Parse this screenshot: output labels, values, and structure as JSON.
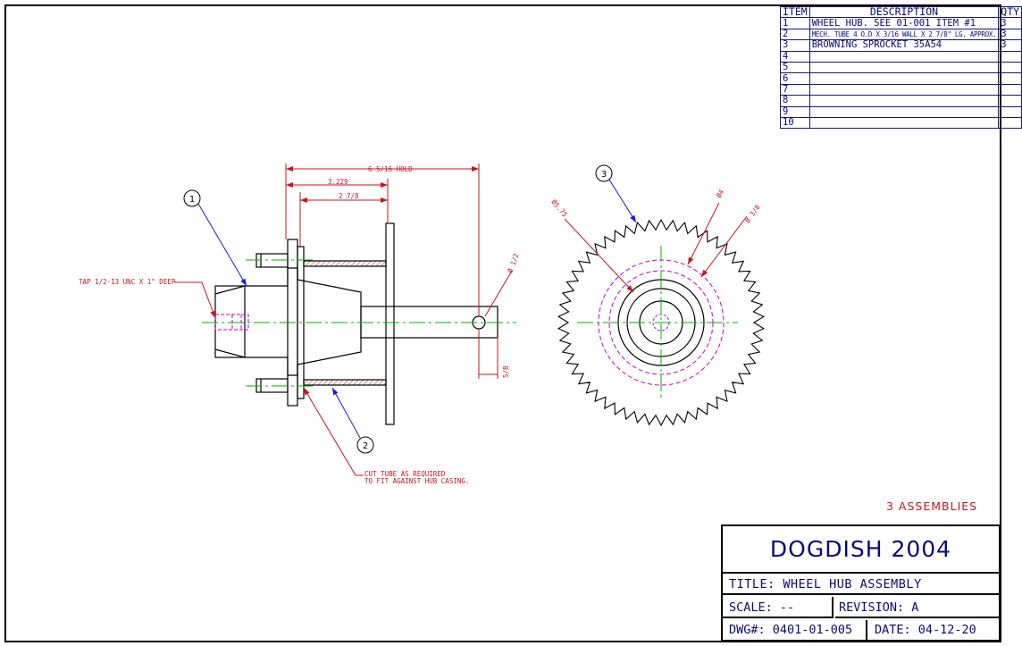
{
  "bom": {
    "headers": {
      "item": "ITEM",
      "description": "DESCRIPTION",
      "qty": "QTY"
    },
    "rows": [
      {
        "item": "1",
        "description": "WHEEL HUB. SEE 01-001 ITEM #1",
        "qty": "3"
      },
      {
        "item": "2",
        "description": "MECH. TUBE 4 O.D X 3/16 WALL X 2 7/8\" LG. APPROX.",
        "qty": "3"
      },
      {
        "item": "3",
        "description": "BROWNING SPROCKET 35A54",
        "qty": "3"
      },
      {
        "item": "4",
        "description": "",
        "qty": ""
      },
      {
        "item": "5",
        "description": "",
        "qty": ""
      },
      {
        "item": "6",
        "description": "",
        "qty": ""
      },
      {
        "item": "7",
        "description": "",
        "qty": ""
      },
      {
        "item": "8",
        "description": "",
        "qty": ""
      },
      {
        "item": "9",
        "description": "",
        "qty": ""
      },
      {
        "item": "10",
        "description": "",
        "qty": ""
      }
    ]
  },
  "dimensions": {
    "overall": "6 5/16 HOLD",
    "hub_length": "3.229",
    "tube_length": "2 7/8",
    "shaft_end": "5/8",
    "hole_dia": "Ø 1/2",
    "sprocket_outer": "Ø5.75",
    "sprocket_pitch": "Ø4",
    "sprocket_hub": "Ø 3/8"
  },
  "notes": {
    "tap": "TAP 1/2-13 UNC X 1\" DEEP",
    "cut_line1": "CUT TUBE AS REQUIRED",
    "cut_line2": "TO FIT AGAINST HUB CASING.",
    "assemblies": "3 ASSEMBLIES"
  },
  "balloons": {
    "b1": "1",
    "b2": "2",
    "b3": "3"
  },
  "title_block": {
    "project": "DOGDISH 2004",
    "title": "TITLE: WHEEL HUB ASSEMBLY",
    "scale": "SCALE: --",
    "revision": "REVISION: A",
    "dwg": "DWG#: 0401-01-005",
    "date": "DATE: 04-12-20"
  },
  "colors": {
    "border": "#000000",
    "geometry": "#000000",
    "dimension": "#c8141e",
    "leader": "#1a1adc",
    "centerline": "#00b400",
    "hidden": "#c800c8",
    "text": "#0a0a7a"
  }
}
